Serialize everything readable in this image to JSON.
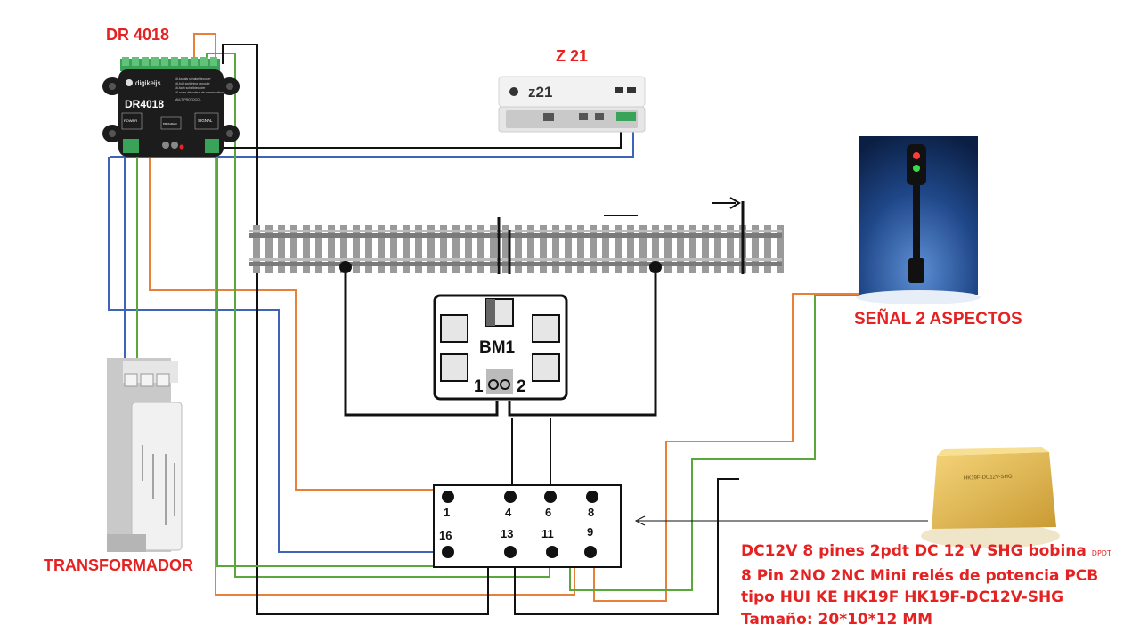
{
  "labels": {
    "decoder": "DR 4018",
    "station": "Z 21",
    "signal": "SEÑAL 2 ASPECTOS",
    "transformer": "TRANSFORMADOR"
  },
  "decoder_device": {
    "brand": "digikeijs",
    "model": "DR4018",
    "lines": [
      "16-kanals schakeldecoder",
      "16-fold switching decoder",
      "16-fach schaltdecoder",
      "16-voies décodeur de commutation",
      "MULTIPROTOCOL"
    ],
    "power": "POWER",
    "signal": "SIGNAL",
    "program": "PROGRAM"
  },
  "station_device": {
    "name": "z21"
  },
  "detector": {
    "name": "BM1",
    "pin1": "1",
    "pin2": "2"
  },
  "relay_pins": [
    "1",
    "4",
    "6",
    "8",
    "16",
    "13",
    "11",
    "9"
  ],
  "relay_description": {
    "line1": "DC12V 8 pines 2pdt DC 12 V SHG bobina",
    "line1_small": "DPDT",
    "line2": "8 Pin 2NO 2NC Mini relés de potencia PCB",
    "line3": "tipo HUI KE HK19F HK19F-DC12V-SHG",
    "line4": "Tamaño: 20*10*12 MM"
  },
  "relay_device": {
    "text": "HK19F-DC12V-SHG"
  },
  "colors": {
    "label_red": "#e52222",
    "orange_wire": "#e8803a",
    "green_wire": "#5aa83c",
    "blue_wire": "#3f63b8",
    "black_wire": "#111111",
    "relay_body": "#e8c15a"
  }
}
